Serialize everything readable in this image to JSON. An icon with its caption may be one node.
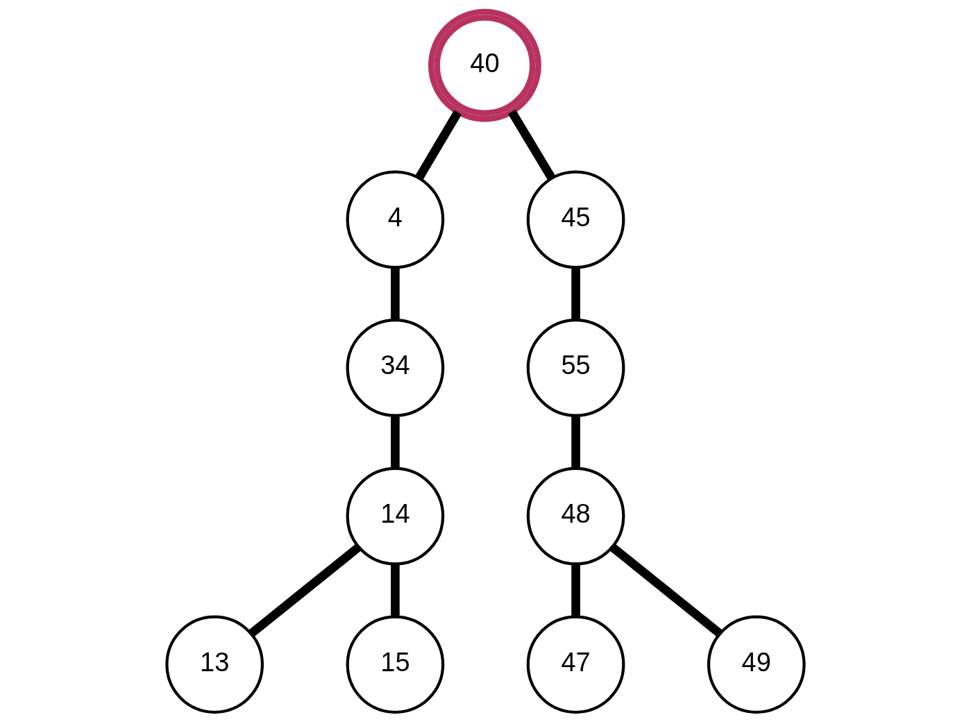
{
  "diagram": {
    "nodes": [
      {
        "text": [
          "40"
        ]
      },
      {
        "text": [
          "4"
        ]
      },
      {
        "text": [
          "45"
        ]
      },
      {
        "text": [
          "34"
        ]
      },
      {
        "text": [
          "55"
        ]
      },
      {
        "text": [
          "14"
        ]
      },
      {
        "text": [
          "48"
        ]
      },
      {
        "text": [
          "13"
        ]
      },
      {
        "text": [
          "15"
        ]
      },
      {
        "text": [
          "47"
        ]
      },
      {
        "text": [
          "49"
        ]
      }
    ],
    "edges": [
      {
        "from": 0,
        "to": 1,
        "arrow": "none"
      },
      {
        "from": 0,
        "to": 2,
        "arrow": "none"
      },
      {
        "from": 1,
        "to": 3,
        "arrow": "none"
      },
      {
        "from": 2,
        "to": 4,
        "arrow": "none"
      },
      {
        "from": 3,
        "to": 5,
        "arrow": "none"
      },
      {
        "from": 4,
        "to": 6,
        "arrow": "none"
      },
      {
        "from": 5,
        "to": 7,
        "arrow": "none"
      },
      {
        "from": 5,
        "to": 8,
        "arrow": "none"
      },
      {
        "from": 6,
        "to": 9,
        "arrow": "none"
      },
      {
        "from": 6,
        "to": 10,
        "arrow": "none"
      }
    ]
  }
}
